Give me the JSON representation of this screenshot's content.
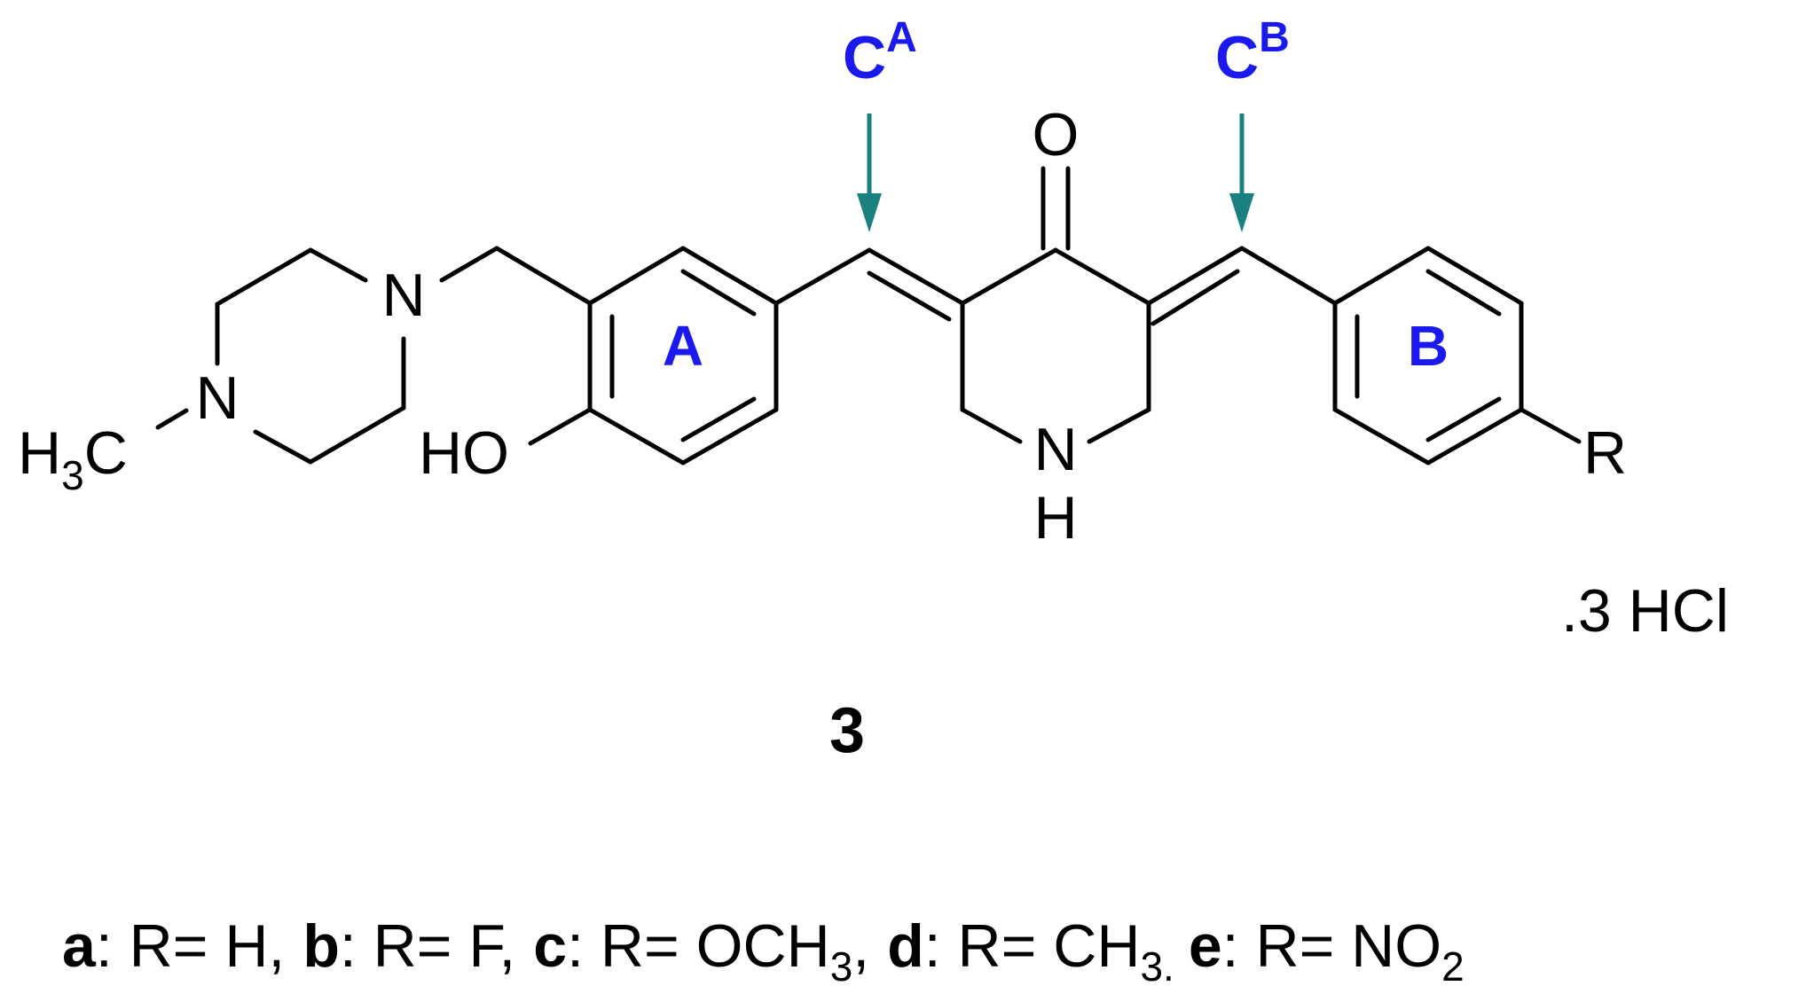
{
  "colors": {
    "label_blue": "#1a1aee",
    "arrow_teal": "#1a8080",
    "bond_black": "#000000"
  },
  "atoms": {
    "n_piperazine_top": "N",
    "n_piperazine_bottom": "N",
    "methyl_h": "H",
    "methyl_sub": "3",
    "methyl_c": "C",
    "hydroxyl": "HO",
    "carbonyl_o": "O",
    "piperidine_n": "N",
    "piperidine_h": "H",
    "substituent_r": "R"
  },
  "rings": {
    "a": "A",
    "b": "B"
  },
  "carbon_labels": {
    "ca_base": "C",
    "ca_sup": "A",
    "cb_base": "C",
    "cb_sup": "B"
  },
  "salt": ".3 HCl",
  "compound_number": "3",
  "legend": {
    "a_key": "a",
    "a_text": ": R= H,",
    "b_key": "b",
    "b_text": ": R= F,",
    "c_key": "c",
    "c_text": ": R= OCH",
    "c_sub": "3",
    "c_tail": ",",
    "d_key": "d",
    "d_text": ": R= CH",
    "d_sub": "3.",
    "e_key": "e",
    "e_text": ": R= NO",
    "e_sub": "2"
  }
}
